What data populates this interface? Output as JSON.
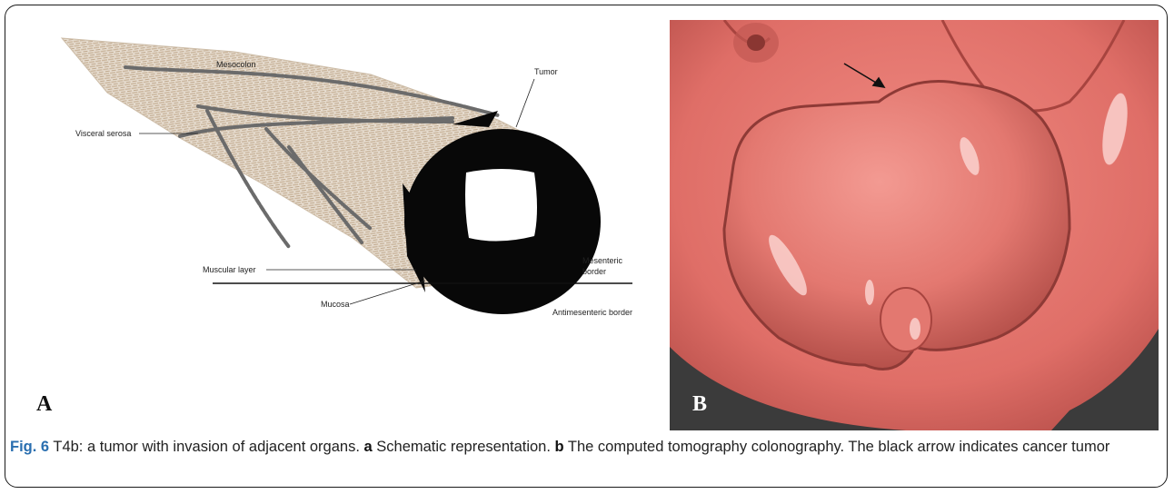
{
  "panel_a": {
    "letter": "A",
    "labels": {
      "mesocolon": "Mesocolon",
      "tumor": "Tumor",
      "visceral_serosa": "Visceral serosa",
      "muscular_layer": "Muscular layer",
      "mesenteric_border": [
        "Mesenteric",
        "border"
      ],
      "mucosa": "Mucosa",
      "antimesenteric_border": "Antimesenteric border"
    }
  },
  "panel_b": {
    "letter": "B"
  },
  "caption": {
    "fig_label": "Fig. 6",
    "text1": " T4b: a tumor with invasion of adjacent organs. ",
    "a": "a",
    "text2": " Schematic representation. ",
    "b": "b",
    "text3": " The computed tomography colonography. The black arrow indicates cancer tumor"
  },
  "colors": {
    "caption_accent": "#2a6fb0",
    "mesocolon_fill": "#d8c8b4",
    "vessel": "#6a6a6a",
    "colon_pink": "#e07b74"
  }
}
